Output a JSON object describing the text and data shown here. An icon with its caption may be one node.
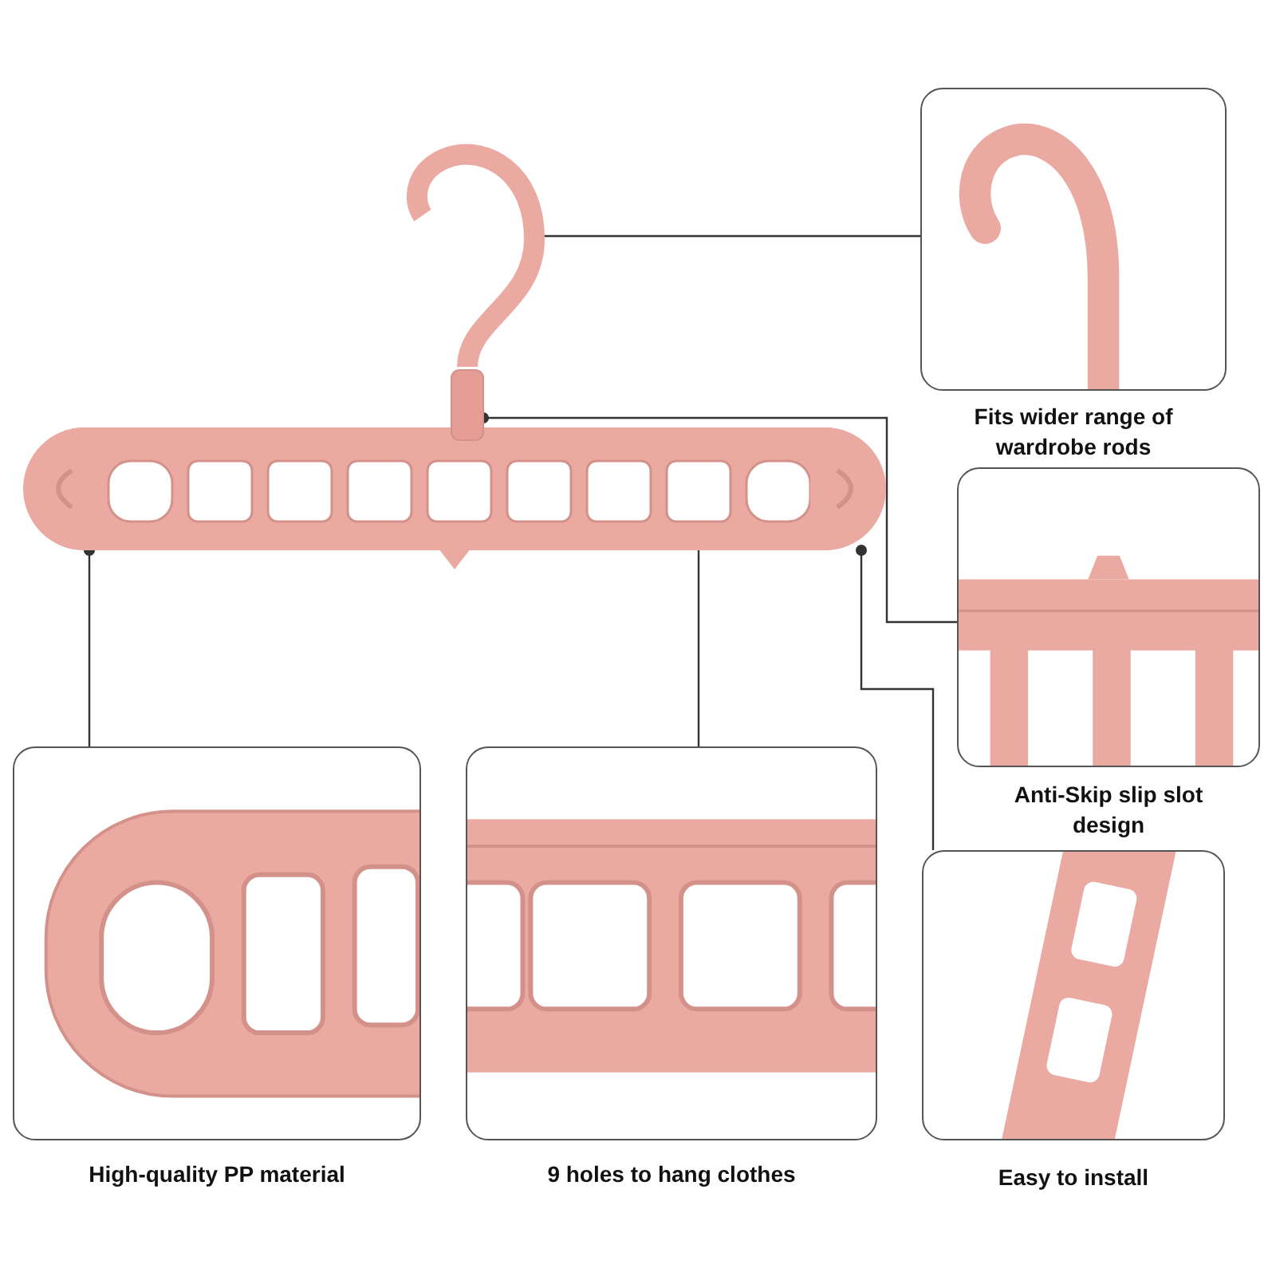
{
  "diagram": {
    "nodes": [
      {
        "text": [],
        "shape": "picture"
      },
      {
        "text": [],
        "shape": "picture"
      },
      {
        "text": [],
        "shape": "box"
      },
      {
        "text": [],
        "shape": "picture",
        "in": 0
      },
      {
        "text": [],
        "shape": "picture",
        "in": 0
      },
      {
        "text": [],
        "shape": "picture",
        "in": 0
      },
      {
        "text": [
          "Fits wider range of wardrobe rods"
        ]
      },
      {
        "text": [
          "Anti-Skip slip slot design"
        ]
      },
      {
        "text": [
          "Easy to install"
        ]
      },
      {
        "text": [
          "High-quality PP material"
        ]
      },
      {
        "text": [
          "9 holes to hang clothes"
        ]
      }
    ],
    "edges": [
      {
        "from": 1,
        "to": 6,
        "arrow": "other"
      },
      {
        "from": 2,
        "to": 7,
        "arrow": "other"
      },
      {
        "from": 5,
        "to": 8,
        "arrow": "other"
      },
      {
        "from": 4,
        "to": 10,
        "arrow": "other"
      },
      {
        "from": 3,
        "to": 9,
        "arrow": "other"
      }
    ]
  }
}
